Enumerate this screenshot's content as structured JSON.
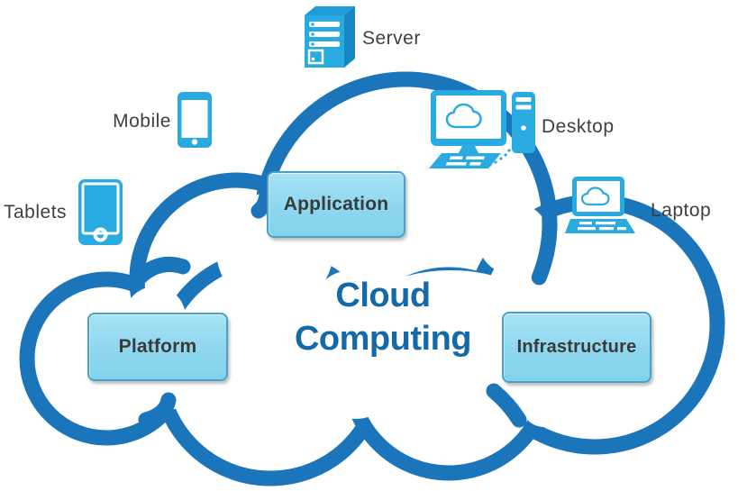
{
  "title": {
    "line1": "Cloud",
    "line2": "Computing"
  },
  "service_boxes": {
    "application": {
      "label": "Application"
    },
    "platform": {
      "label": "Platform"
    },
    "infrastructure": {
      "label": "Infrastructure"
    }
  },
  "devices": {
    "server": {
      "label": "Server",
      "icon": "server-icon"
    },
    "mobile": {
      "label": "Mobile",
      "icon": "smartphone-icon"
    },
    "desktop": {
      "label": "Desktop",
      "icon": "desktop-computer-icon"
    },
    "tablets": {
      "label": "Tablets",
      "icon": "tablet-icon"
    },
    "laptop": {
      "label": "Laptop",
      "icon": "laptop-icon"
    }
  },
  "colors": {
    "background": "#ffffff",
    "cloud_outline": "#1b75bb",
    "icon_blue": "#29abe2",
    "icon_blue_mid": "#1e9cd7",
    "icon_blue_dark": "#1587c2",
    "box_fill": "#8ed7ef",
    "box_fill_light": "#a8e2f5",
    "box_border": "#4aa0c6",
    "box_text": "#3a3a3a",
    "title_blue": "#1569a7",
    "label_gray": "#3f3f3f"
  }
}
